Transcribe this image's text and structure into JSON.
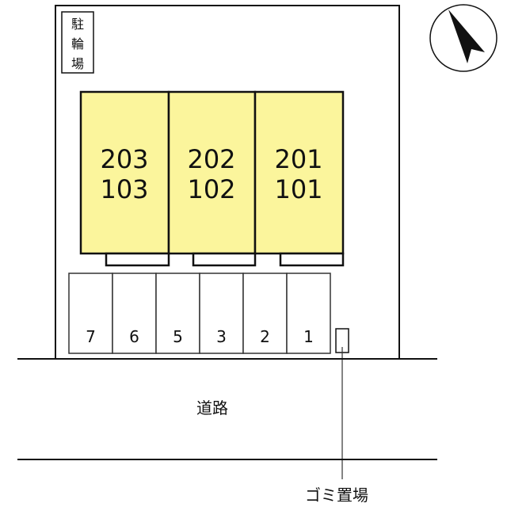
{
  "compass": {
    "icon": "north-arrow-icon"
  },
  "bicycle_parking": {
    "label_chars": [
      "駐",
      "輪",
      "場"
    ]
  },
  "buildings": [
    {
      "upper": "203",
      "lower": "103"
    },
    {
      "upper": "202",
      "lower": "102"
    },
    {
      "upper": "201",
      "lower": "101"
    }
  ],
  "parking_slots": [
    "7",
    "6",
    "5",
    "3",
    "2",
    "1"
  ],
  "road_label": "道路",
  "garbage_label": "ゴミ置場",
  "colors": {
    "building_fill": "#fbf59c",
    "line": "#111111"
  }
}
